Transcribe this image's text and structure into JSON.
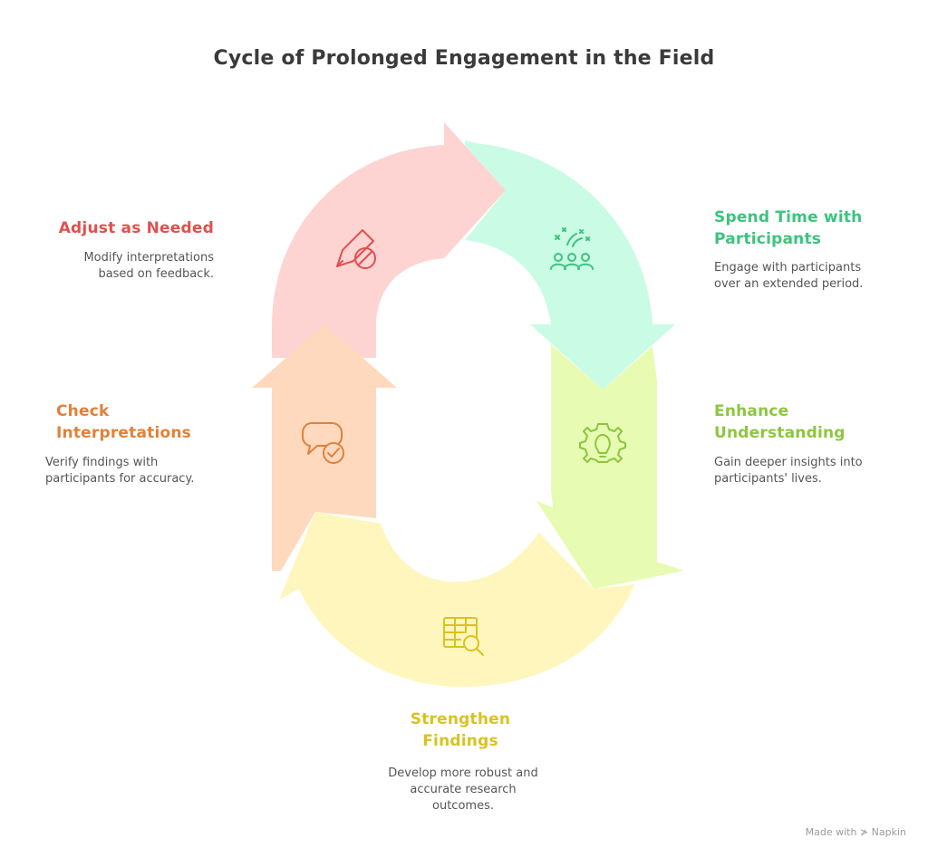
{
  "title": "Cycle of Prolonged Engagement in the Field",
  "colors": {
    "spend": "#3cc47e",
    "enhance": "#8cc63f",
    "strengthen": "#d9c320",
    "check": "#e0813a",
    "adjust": "#e0504f"
  },
  "steps": [
    {
      "id": "spend",
      "head1": "Spend Time with",
      "head2": "Participants",
      "desc1": "Engage with participants",
      "desc2": "over an extended period.",
      "icon": "people-celebration-icon"
    },
    {
      "id": "enhance",
      "head1": "Enhance",
      "head2": "Understanding",
      "desc1": "Gain deeper insights into",
      "desc2": "participants' lives.",
      "icon": "gear-lightbulb-icon"
    },
    {
      "id": "strengthen",
      "head1": "Strengthen",
      "head2": "Findings",
      "desc1": "Develop more robust and",
      "desc2": "accurate research",
      "desc3": "outcomes.",
      "icon": "table-search-icon"
    },
    {
      "id": "check",
      "head1": "Check",
      "head2": "Interpretations",
      "desc1": "Verify findings with",
      "desc2": "participants for accuracy.",
      "icon": "chat-check-icon"
    },
    {
      "id": "adjust",
      "head1": "Adjust as Needed",
      "desc1": "Modify interpretations",
      "desc2": "based on feedback.",
      "icon": "pencil-prohibit-icon"
    }
  ],
  "footer": "Made with ≯ Napkin"
}
